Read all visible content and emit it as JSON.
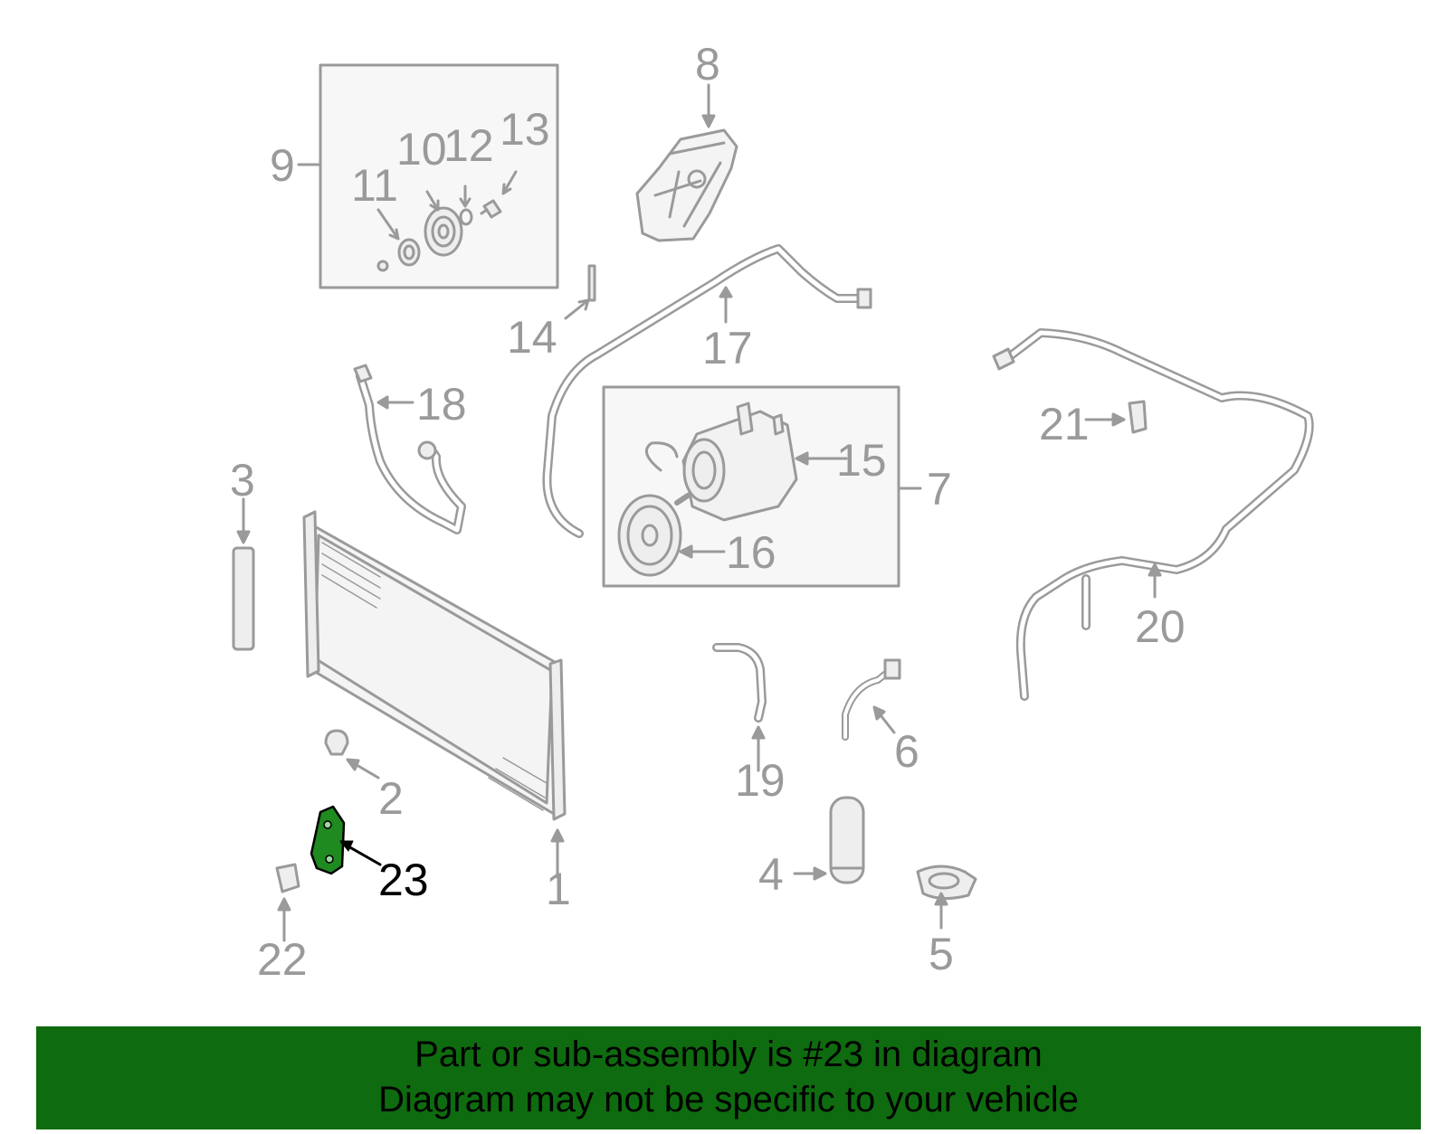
{
  "diagram": {
    "colors": {
      "line": "#9a9a9a",
      "fill": "#f4f4f4",
      "highlight": "#1f8a1f",
      "banner_bg": "#0f6b0f"
    },
    "highlighted_part": "23",
    "callouts": [
      "1",
      "2",
      "3",
      "4",
      "5",
      "6",
      "7",
      "8",
      "9",
      "10",
      "11",
      "12",
      "13",
      "14",
      "15",
      "16",
      "17",
      "18",
      "19",
      "20",
      "21",
      "22",
      "23"
    ]
  },
  "banner": {
    "line1": "Part or sub-assembly is #23 in diagram",
    "line2": "Diagram may not be specific to your vehicle"
  }
}
